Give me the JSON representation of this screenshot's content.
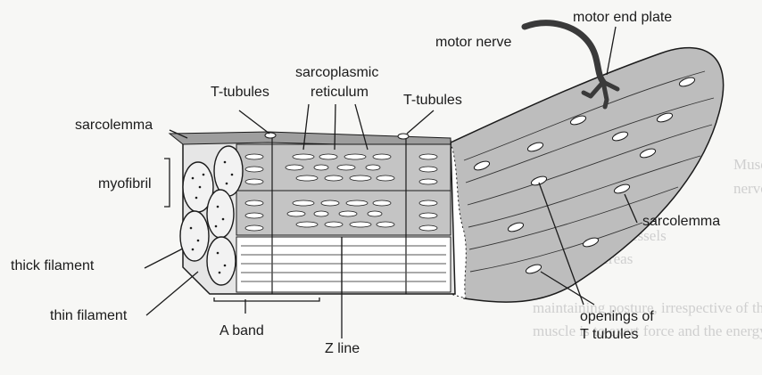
{
  "labels": {
    "motor_end_plate": "motor end plate",
    "motor_nerve": "motor nerve",
    "sarcoplasmic_reticulum_1": "sarcoplasmic",
    "sarcoplasmic_reticulum_2": "reticulum",
    "t_tubules_left": "T-tubules",
    "t_tubules_right": "T-tubules",
    "sarcolemma_left": "sarcolemma",
    "myofibril": "myofibril",
    "sarcolemma_right": "sarcolemma",
    "thick_filament": "thick filament",
    "thin_filament": "thin filament",
    "a_band": "A band",
    "z_line": "Z line",
    "openings_1": "openings of",
    "openings_2": "T tubules"
  },
  "background_text": {
    "line1": "Muscle",
    "line2": "nervous",
    "line3": "walls of blood vessels",
    "line4": "muscle, whereas",
    "line5": "maintaining posture, irrespective of the load",
    "line6": "muscle is to exert force and the energy required"
  },
  "colors": {
    "ink": "#1b1b1b",
    "background": "#f7f7f5",
    "tissue": "#bdbdbd"
  }
}
